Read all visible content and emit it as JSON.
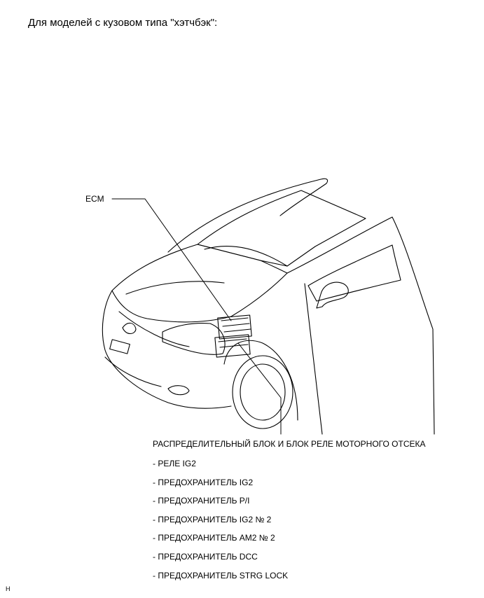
{
  "heading": "Для моделей с кузовом типа \"хэтчбэк\":",
  "callouts": {
    "ecm": "ECM",
    "relay_block": "РАСПРЕДЕЛИТЕЛЬНЫЙ БЛОК И БЛОК РЕЛЕ МОТОРНОГО ОТСЕКА"
  },
  "components": [
    "- РЕЛЕ IG2",
    "- ПРЕДОХРАНИТЕЛЬ IG2",
    "- ПРЕДОХРАНИТЕЛЬ P/I",
    "- ПРЕДОХРАНИТЕЛЬ IG2 № 2",
    "- ПРЕДОХРАНИТЕЛЬ AM2 № 2",
    "- ПРЕДОХРАНИТЕЛЬ DCC",
    "- ПРЕДОХРАНИТЕЛЬ STRG LOCK"
  ],
  "figure_code": "H"
}
